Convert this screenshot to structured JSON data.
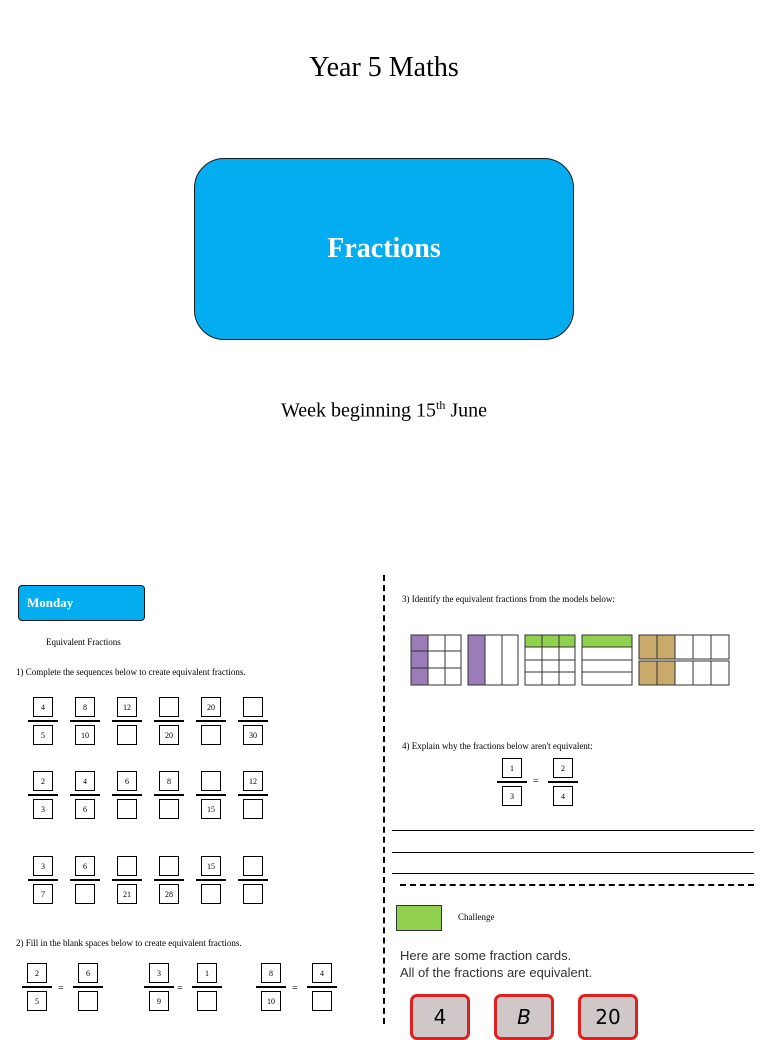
{
  "title": "Year 5 Maths",
  "banner": "Fractions",
  "week": {
    "prefix": "Week beginning 15",
    "sup": "th",
    "suffix": " June"
  },
  "monday": "Monday",
  "equivalent_heading": "Equivalent Fractions",
  "q1": "1)   Complete the sequences below to create equivalent fractions.",
  "seq1": [
    [
      "4",
      "5"
    ],
    [
      "8",
      "10"
    ],
    [
      "12",
      ""
    ],
    [
      "",
      "20"
    ],
    [
      "20",
      ""
    ],
    [
      "",
      "30"
    ]
  ],
  "seq2": [
    [
      "2",
      "3"
    ],
    [
      "4",
      "6"
    ],
    [
      "6",
      ""
    ],
    [
      "8",
      ""
    ],
    [
      "",
      "15"
    ],
    [
      "12",
      ""
    ]
  ],
  "seq3": [
    [
      "3",
      "7"
    ],
    [
      "6",
      ""
    ],
    [
      "",
      "21"
    ],
    [
      "",
      "28"
    ],
    [
      "15",
      ""
    ],
    [
      "",
      ""
    ]
  ],
  "q2": "2) Fill in the blank spaces below to create equivalent fractions.",
  "q2_pairs": [
    [
      [
        "2",
        "5"
      ],
      [
        "6",
        ""
      ]
    ],
    [
      [
        "3",
        "9"
      ],
      [
        "1",
        ""
      ]
    ],
    [
      [
        "8",
        "10"
      ],
      [
        "4",
        ""
      ]
    ]
  ],
  "equals": "=",
  "q3": "3) Identify the equivalent fractions from the models below:",
  "q4": "4) Explain why the fractions below aren't equivalent:",
  "q4_pair": [
    [
      "1",
      "3"
    ],
    [
      "2",
      "4"
    ]
  ],
  "challenge": "Challenge",
  "cards_intro_1": "Here are some fraction cards.",
  "cards_intro_2": "All of the fractions are equivalent.",
  "cards": [
    "4",
    "B",
    "20"
  ],
  "colors": {
    "banner": "#03adef",
    "green": "#92d050",
    "tan": "#c9aa6b",
    "purple": "#9b7bb8",
    "card_border": "#e02020"
  }
}
